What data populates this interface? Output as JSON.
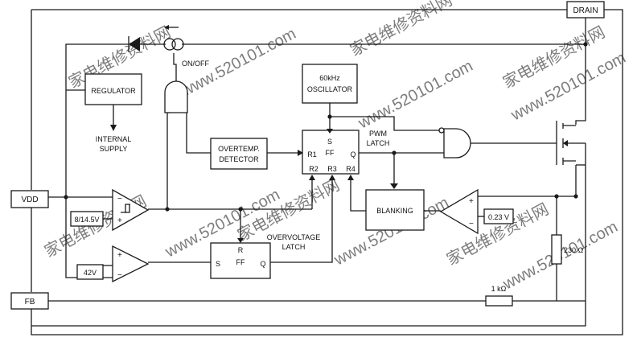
{
  "pins": {
    "drain": "DRAIN",
    "vdd": "VDD",
    "fb": "FB"
  },
  "blocks": {
    "onoff": "ON/OFF",
    "regulator": "REGULATOR",
    "internal_supply_1": "INTERNAL",
    "internal_supply_2": "SUPPLY",
    "oscillator_1": "60kHz",
    "oscillator_2": "OSCILLATOR",
    "overtemp_1": "OVERTEMP.",
    "overtemp_2": "DETECTOR",
    "pwm_latch_1": "PWM",
    "pwm_latch_2": "LATCH",
    "blanking": "BLANKING",
    "overvoltage_1": "OVERVOLTAGE",
    "overvoltage_2": "LATCH"
  },
  "pwm_ff": {
    "s": "S",
    "ff": "FF",
    "q": "Q",
    "r1": "R1",
    "r2": "R2",
    "r3": "R3",
    "r4": "R4"
  },
  "ov_ff": {
    "r": "R",
    "ff": "FF",
    "s": "S",
    "q": "Q"
  },
  "references": {
    "uvlo": "8/14.5V",
    "ovp": "42V",
    "ocp": "0.23 V"
  },
  "resistors": {
    "sense": "230 Ω",
    "fb": "1 kΩ"
  },
  "comparator_signs": {
    "plus": "+",
    "minus": "−"
  },
  "watermark": {
    "text_1": "家电维修资料网",
    "text_2": "www.520101.com"
  }
}
